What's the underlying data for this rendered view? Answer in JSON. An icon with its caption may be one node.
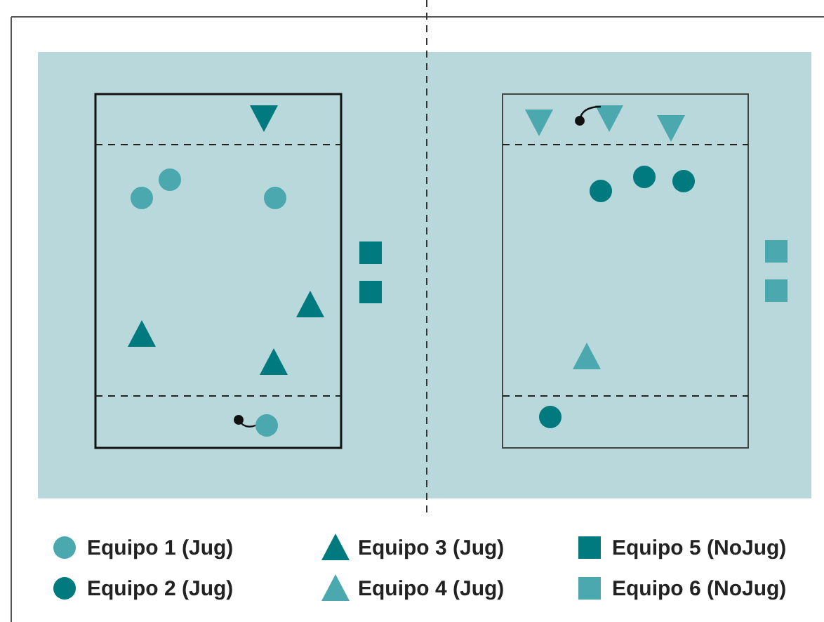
{
  "diagram": {
    "legend": [
      {
        "text": "Equipo 1 (Jug)"
      },
      {
        "text": "Equipo 2 (Jug)"
      },
      {
        "text": "Equipo 3 (Jug)"
      },
      {
        "text": "Equipo 4 (Jug)"
      },
      {
        "text": "Equipo 5 (NoJug)"
      },
      {
        "text": "Equipo 6 (NoJug)"
      }
    ]
  }
}
